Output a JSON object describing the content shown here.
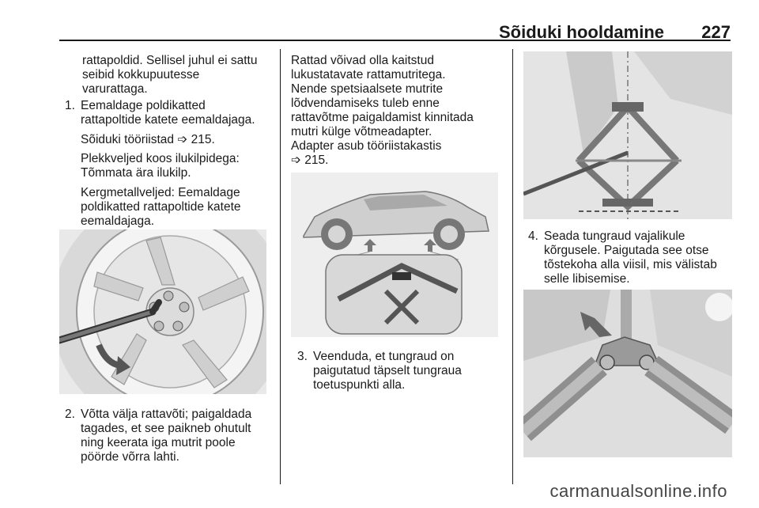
{
  "header": {
    "title": "Sõiduki hooldamine",
    "page": "227"
  },
  "col1": {
    "p_cont": [
      "rattapoldid. Sellisel juhul ei sattu",
      "seibid kokkupuutesse",
      "varurattaga."
    ],
    "step1_num": "1.",
    "step1": [
      "Eemaldage poldikatted",
      "rattapoltide katete eemaldajaga."
    ],
    "tools": "Sõiduki tööriistad ➩ 215.",
    "steel": [
      "Plekkveljed koos ilukilpidega:",
      "Tõmmata ära ilukilp."
    ],
    "alloy": [
      "Kergmetallveljed: Eemaldage",
      "poldikatted rattapoltide katete",
      "eemaldajaga."
    ],
    "step2_num": "2.",
    "step2": [
      "Võtta välja rattavõti; paigaldada",
      "tagades, et see paikneb ohutult",
      "ning keerata iga mutrit poole",
      "pöörde võrra lahti."
    ]
  },
  "col2": {
    "p": [
      "Rattad võivad olla kaitstud",
      "lukustatavate rattamutritega.",
      "Nende spetsiaalsete mutrite",
      "lõdvendamiseks tuleb enne",
      "rattavõtme paigaldamist kinnitada",
      "mutri külge võtmeadapter.",
      "Adapter asub tööriistakastis",
      "➩ 215."
    ],
    "step3_num": "3.",
    "step3": [
      "Veenduda, et tungraud on",
      "paigutatud täpselt tungraua",
      "toetuspunkti alla."
    ]
  },
  "col3": {
    "step4_num": "4.",
    "step4": [
      "Seada tungraud vajalikule",
      "kõrgusele. Paigutada see otse",
      "tõstekoha alla viisil, mis välistab",
      "selle libisemise."
    ]
  },
  "footer": {
    "url": "carmanualsonline.info"
  }
}
